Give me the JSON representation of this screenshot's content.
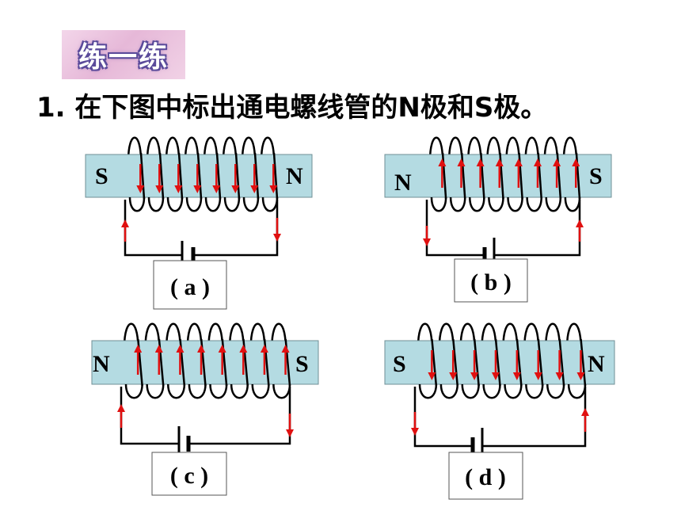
{
  "badge_text": "练一练",
  "question": "1. 在下图中标出通电螺线管的N极和S极。",
  "panels": {
    "a": {
      "caption": "( a )",
      "left_pole": "S",
      "right_pole": "N"
    },
    "b": {
      "caption": "( b )",
      "left_pole": "N",
      "right_pole": "S"
    },
    "c": {
      "caption": "( c )",
      "left_pole": "N",
      "right_pole": "S"
    },
    "d": {
      "caption": "( d )",
      "left_pole": "S",
      "right_pole": "N"
    }
  },
  "colors": {
    "core": "#b4dbe2",
    "wire": "#000000",
    "arrow": "#e01010"
  }
}
